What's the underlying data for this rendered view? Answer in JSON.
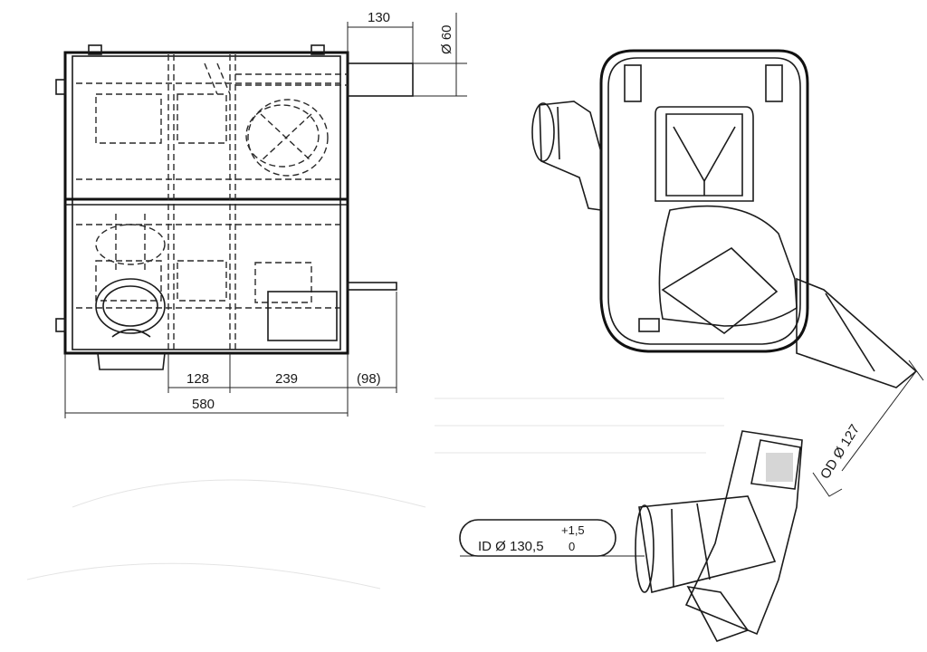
{
  "dimensions": {
    "pipe_length": "130",
    "pipe_diameter": "Ø 60",
    "offset_a": "128",
    "offset_b": "239",
    "offset_c": "(98)",
    "overall_length": "580",
    "outlet_od": "OD Ø 127",
    "inlet_id": "ID Ø 130,5",
    "tol_upper": "+1,5",
    "tol_lower": "0"
  }
}
